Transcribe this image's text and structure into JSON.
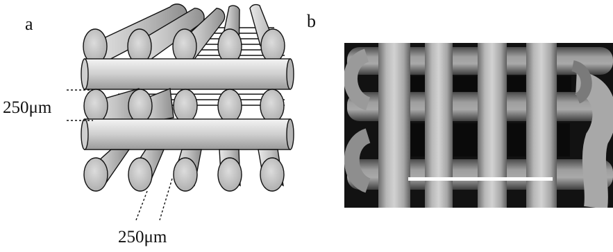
{
  "panels": {
    "a": {
      "label": "a",
      "dimension_vertical": "250μm",
      "dimension_horizontal": "250μm"
    },
    "b": {
      "label": "b"
    }
  }
}
